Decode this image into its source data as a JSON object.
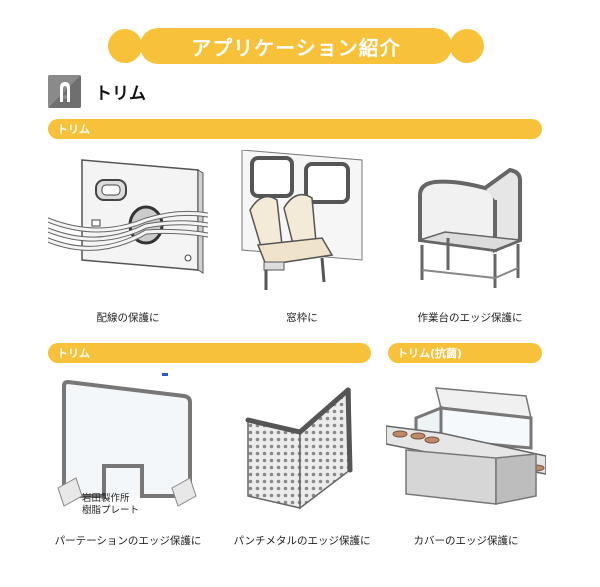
{
  "banner": {
    "title": "アプリケーション紹介"
  },
  "category": {
    "icon": "trim-profile-icon",
    "title": "トリム"
  },
  "sections": [
    {
      "label": "トリム"
    },
    {
      "label": "トリム"
    },
    {
      "label": "トリム(抗菌)"
    }
  ],
  "items": [
    {
      "caption": "配線の保護に"
    },
    {
      "caption": "窓枠に"
    },
    {
      "caption": "作業台のエッジ保護に"
    },
    {
      "caption": "パーテーションのエッジ保護に",
      "plate_label_1": "岩田製作所",
      "plate_label_2": "樹脂プレート"
    },
    {
      "caption": "パンチメタルのエッジ保護に"
    },
    {
      "caption": "カバーのエッジ保護に"
    }
  ],
  "colors": {
    "accent": "#f7c23a",
    "icon_bg": "#8a8a8a"
  }
}
